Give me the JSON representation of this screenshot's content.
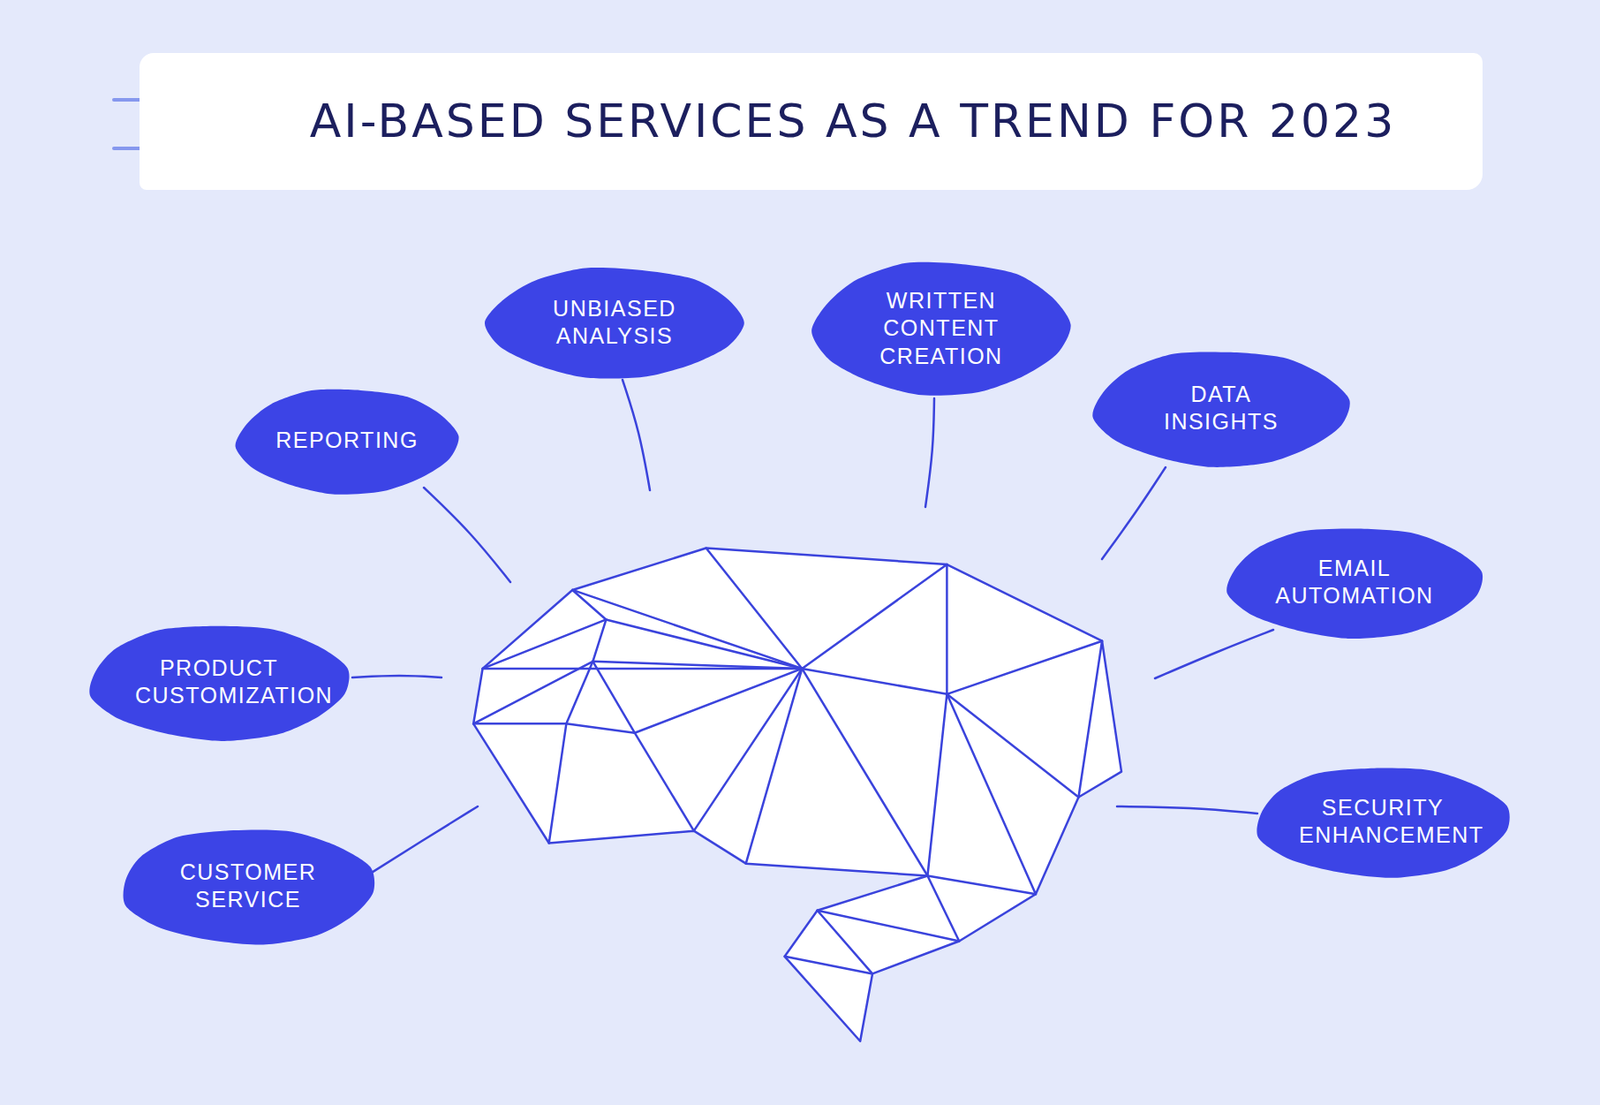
{
  "diagram": {
    "title": "AI-BASED SERVICES AS A TREND FOR 2023",
    "nodes": [
      {
        "text": [
          "UNBIASED ANALYSIS"
        ]
      },
      {
        "text": [
          "WRITTEN CONTENT CREATION"
        ]
      },
      {
        "text": [
          "REPORTING"
        ]
      },
      {
        "text": [
          "DATA INSIGHTS"
        ]
      },
      {
        "text": [
          "EMAIL AUTOMATION"
        ]
      },
      {
        "text": [
          "PRODUCT CUSTOMIZATION"
        ]
      },
      {
        "text": [
          "SECURITY ENHANCEMENT"
        ]
      },
      {
        "text": [
          "CUSTOMER SERVICE"
        ]
      }
    ]
  }
}
